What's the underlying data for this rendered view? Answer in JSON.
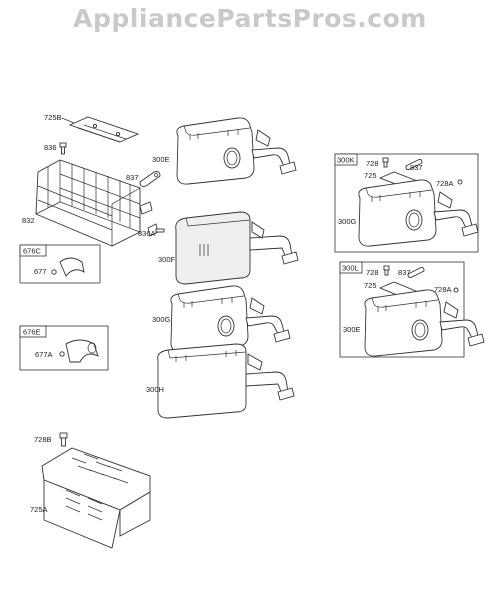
{
  "watermark": "AppliancePartsPros.com",
  "boxes": {
    "k": "300K",
    "l": "300L",
    "c": "676C",
    "e": "676E"
  },
  "labels": {
    "p725b": "725B",
    "p836": "836",
    "p832": "832",
    "p837": "837",
    "p300e": "300E",
    "p836a": "836A",
    "p300f": "300F",
    "p300g": "300G",
    "p300h": "300H",
    "p677": "677",
    "p677a": "677A",
    "p728b": "728B",
    "p725a": "725A",
    "k728": "728",
    "k837": "837",
    "k725": "725",
    "k728a": "728A",
    "k300g": "300G",
    "l728": "728",
    "l837": "837",
    "l725": "725",
    "l728a": "728A",
    "l300e": "300E"
  }
}
